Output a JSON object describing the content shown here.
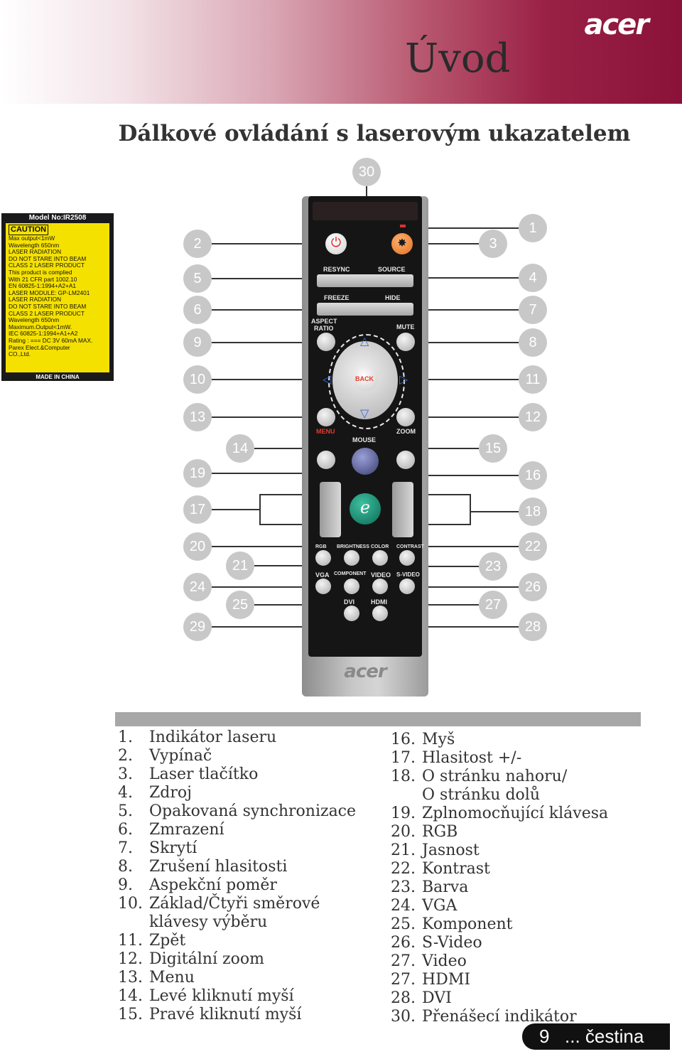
{
  "header": {
    "brand": "acer",
    "chapter": "Úvod"
  },
  "title": "Dálkové ovládání s laserovým ukazatelem",
  "laser_label": {
    "model": "Model No:IR2508",
    "caution": "CAUTION",
    "lines": [
      "Max output<1mW",
      "Wavelength 650nm",
      "LASER RADIATION",
      "DO NOT STARE INTO BEAM",
      "CLASS 2 LASER PRODUCT",
      "This product is complied",
      "With 21 CFR part 1002.10",
      "EN 60825-1:1994+A2+A1",
      "LASER MODULE: GP-LM2401",
      "LASER RADIATION",
      "DO NOT STARE INTO BEAM",
      "CLASS 2 LASER PRODUCT",
      "Wavelength 650nm",
      "Maximum.Output<1mW.",
      "IEC 60825-1:1994+A1+A2",
      "Rating : === DC 3V 60mA MAX.",
      "Parex Elect.&Computer",
      "CO.,Ltd."
    ],
    "made_in": "MADE IN CHINA"
  },
  "remote": {
    "labels": {
      "resync": "RESYNC",
      "source": "SOURCE",
      "freeze": "FREEZE",
      "hide": "HIDE",
      "aspect": "ASPECT",
      "ratio": "RATIO",
      "mute": "MUTE",
      "back": "BACK",
      "menu": "MENU",
      "zoom": "ZOOM",
      "mouse": "MOUSE",
      "rgb": "RGB",
      "brightness": "BRIGHTNESS",
      "color": "COLOR",
      "contrast": "CONTRAST",
      "vga": "VGA",
      "component": "COMPONENT",
      "video": "VIDEO",
      "svideo": "S-VIDEO",
      "dvi": "DVI",
      "hdmi": "HDMI",
      "logo": "acer"
    }
  },
  "callouts": [
    "30",
    "1",
    "2",
    "3",
    "4",
    "5",
    "6",
    "7",
    "8",
    "9",
    "10",
    "11",
    "12",
    "13",
    "14",
    "15",
    "16",
    "17",
    "18",
    "19",
    "20",
    "21",
    "22",
    "23",
    "24",
    "25",
    "26",
    "27",
    "28",
    "29"
  ],
  "list_left": [
    {
      "n": "1.",
      "t": "Indikátor laseru"
    },
    {
      "n": "2.",
      "t": "Vypínač"
    },
    {
      "n": "3.",
      "t": "Laser tlačítko"
    },
    {
      "n": "4.",
      "t": "Zdroj"
    },
    {
      "n": "5.",
      "t": "Opakovaná synchronizace"
    },
    {
      "n": "6.",
      "t": "Zmrazení"
    },
    {
      "n": "7.",
      "t": "Skrytí"
    },
    {
      "n": "8.",
      "t": "Zrušení hlasitosti"
    },
    {
      "n": "9.",
      "t": "Aspekční poměr"
    },
    {
      "n": "10.",
      "t": "Základ/Čtyři směrové"
    },
    {
      "n": "",
      "t": "klávesy výběru"
    },
    {
      "n": "11.",
      "t": "Zpět"
    },
    {
      "n": "12.",
      "t": "Digitální zoom"
    },
    {
      "n": "13.",
      "t": "Menu"
    },
    {
      "n": "14.",
      "t": "Levé kliknutí myší"
    },
    {
      "n": "15.",
      "t": "Pravé kliknutí myší"
    }
  ],
  "list_right": [
    {
      "n": "16.",
      "t": "Myš"
    },
    {
      "n": "17.",
      "t": "Hlasitost +/-"
    },
    {
      "n": "18.",
      "t": "O stránku nahoru/"
    },
    {
      "n": "",
      "t": "O stránku dolů"
    },
    {
      "n": "19.",
      "t": "Zplnomocňující klávesa"
    },
    {
      "n": "20.",
      "t": "RGB"
    },
    {
      "n": "21.",
      "t": "Jasnost"
    },
    {
      "n": "22.",
      "t": "Kontrast"
    },
    {
      "n": "23.",
      "t": "Barva"
    },
    {
      "n": "24.",
      "t": "VGA"
    },
    {
      "n": "25.",
      "t": "Komponent"
    },
    {
      "n": "26.",
      "t": "S-Video"
    },
    {
      "n": "27.",
      "t": "Video"
    },
    {
      "n": "27.",
      "t": "HDMI"
    },
    {
      "n": "28.",
      "t": "DVI"
    },
    {
      "n": "30.",
      "t": "Přenášecí indikátor"
    }
  ],
  "footer": {
    "page": "9",
    "lang": "... čestina"
  }
}
